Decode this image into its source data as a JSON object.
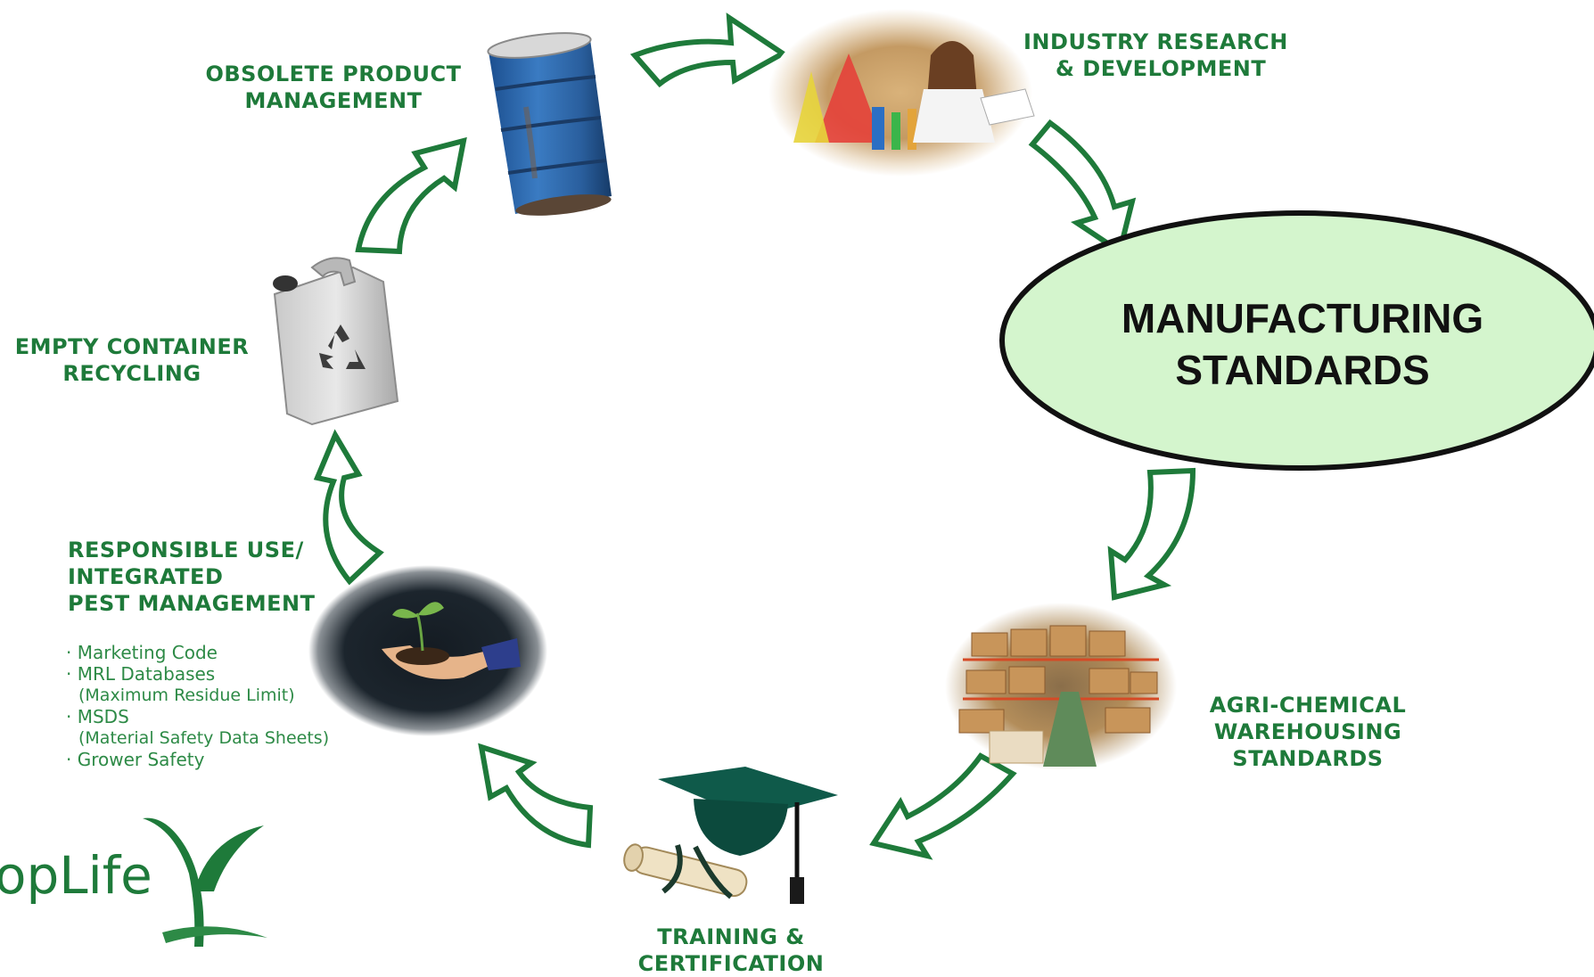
{
  "hub": {
    "line1": "MANUFACTURING",
    "line2": "STANDARDS"
  },
  "stages": {
    "research": {
      "line1": "INDUSTRY RESEARCH",
      "line2": "& DEVELOPMENT"
    },
    "warehousing": {
      "line1": "AGRI-CHEMICAL",
      "line2": "WAREHOUSING",
      "line3": "STANDARDS"
    },
    "training": {
      "line1": "TRAINING &",
      "line2": "CERTIFICATION"
    },
    "responsible_use": {
      "line1": "RESPONSIBLE USE/",
      "line2": "INTEGRATED",
      "line3": "PEST MANAGEMENT",
      "bullets": [
        "· Marketing Code",
        "· MRL Databases",
        "(Maximum Residue Limit)",
        "· MSDS",
        "(Material Safety Data Sheets)",
        "· Grower Safety"
      ]
    },
    "recycling": {
      "line1": "EMPTY CONTAINER",
      "line2": "RECYCLING"
    },
    "obsolete": {
      "line1": "OBSOLETE PRODUCT",
      "line2": "MANAGEMENT"
    }
  },
  "logo": {
    "text": "opLife"
  },
  "colors": {
    "label_green": "#1e7a3a",
    "arrow_green": "#1e7a3a",
    "hub_fill": "#d4f5cd",
    "hub_stroke": "#111111"
  },
  "icons": [
    "oil-drum-icon",
    "laboratory-photo",
    "warehouse-photo",
    "graduation-cap-icon",
    "seedling-hand-photo",
    "jerrycan-recycle-icon",
    "croplife-logo"
  ]
}
